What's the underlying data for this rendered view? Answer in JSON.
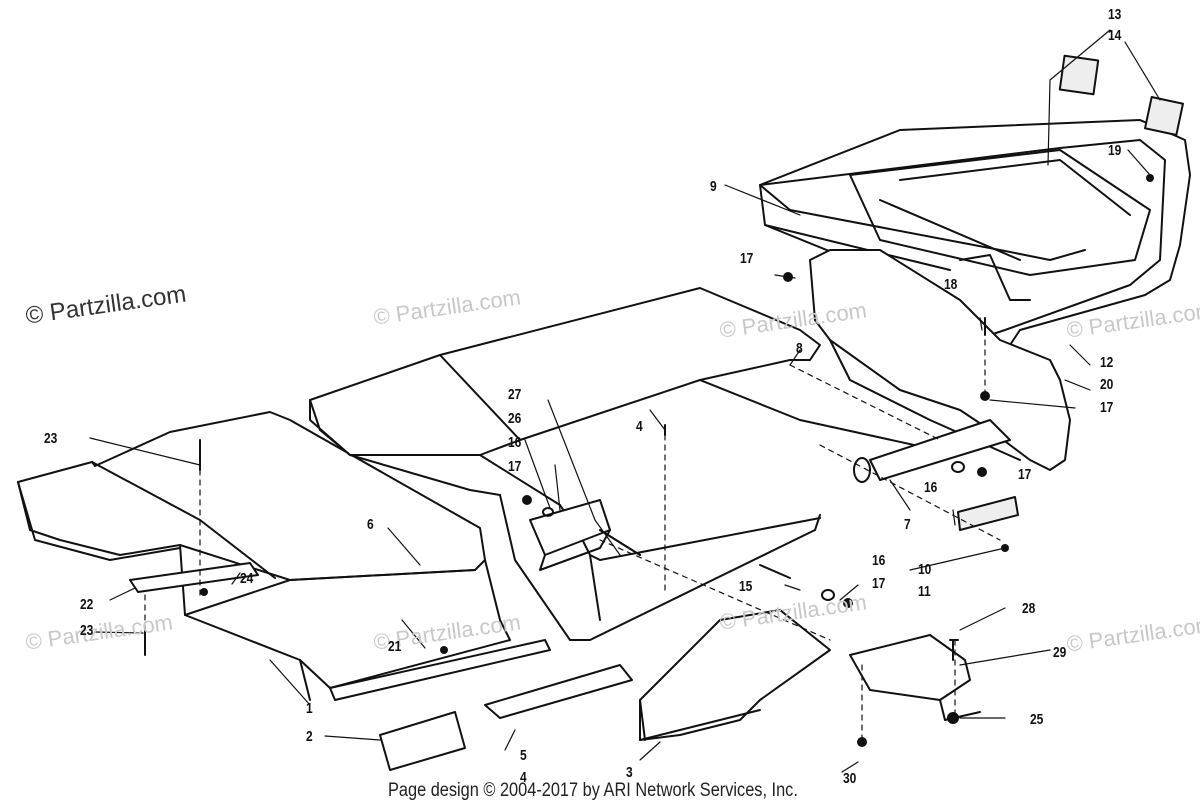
{
  "watermark_main": "© Partzilla.com",
  "watermark_faint": "© Partzilla.com",
  "footer": "Page design © 2004-2017 by ARI Network Services, Inc.",
  "callouts": {
    "c1": "1",
    "c2": "2",
    "c3": "3",
    "c4a": "4",
    "c4b": "4",
    "c5": "5",
    "c6": "6",
    "c7": "7",
    "c8": "8",
    "c9": "9",
    "c10": "10",
    "c11": "11",
    "c12": "12",
    "c13": "13",
    "c14": "14",
    "c15": "15",
    "c16a": "16",
    "c16b": "16",
    "c16c": "16",
    "c17a": "17",
    "c17b": "17",
    "c17c": "17",
    "c17d": "17",
    "c17e": "17",
    "c18": "18",
    "c19": "19",
    "c20": "20",
    "c21": "21",
    "c22": "22",
    "c23a": "23",
    "c23b": "23",
    "c24": "24",
    "c25": "25",
    "c26": "26",
    "c27": "27",
    "c28": "28",
    "c29": "29",
    "c30": "30"
  },
  "colors": {
    "ink": "#111111",
    "watermark": "#c8c8c8",
    "background": "#ffffff"
  }
}
